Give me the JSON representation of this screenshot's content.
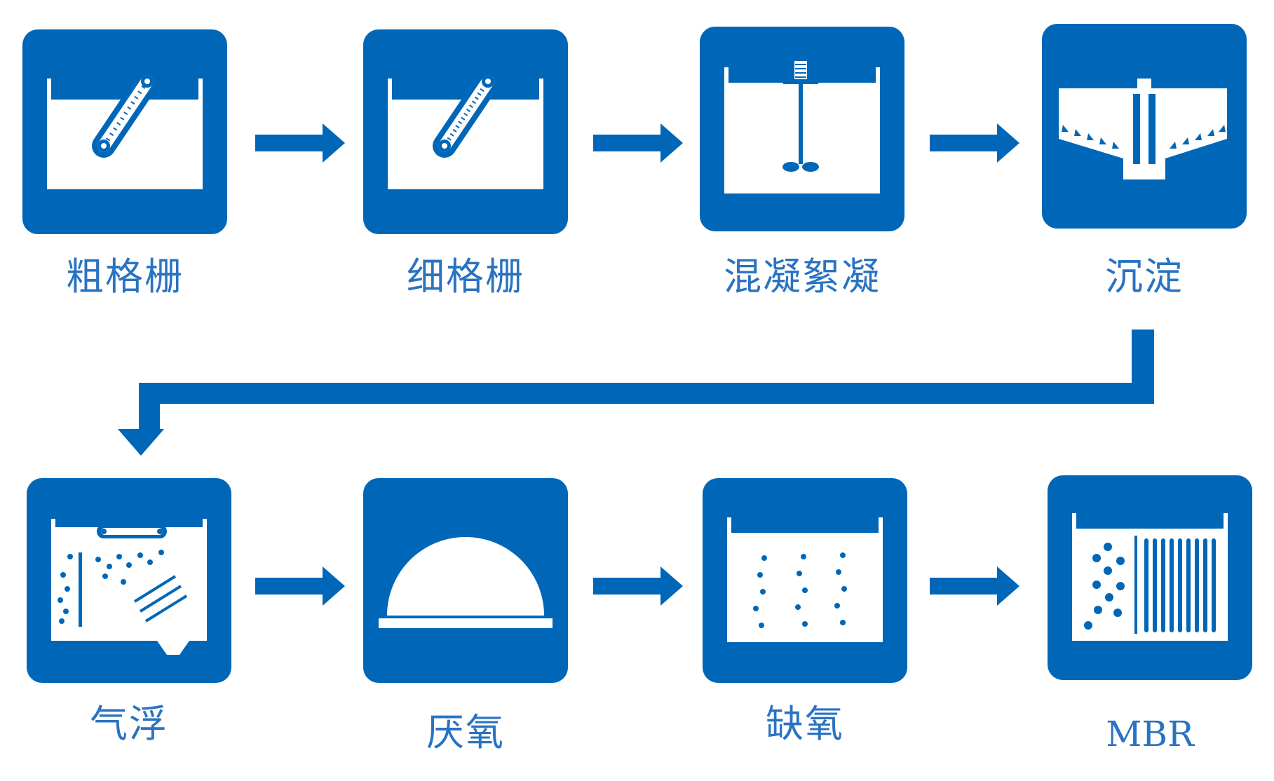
{
  "colors": {
    "primary": "#0067b8",
    "label": "#2a73c2",
    "background": "#ffffff"
  },
  "steps": [
    {
      "label": "粗格栅",
      "icon": "coarse-screen-icon"
    },
    {
      "label": "细格栅",
      "icon": "fine-screen-icon"
    },
    {
      "label": "混凝絮凝",
      "icon": "coagulation-mixer-icon"
    },
    {
      "label": "沉淀",
      "icon": "sedimentation-tank-icon"
    },
    {
      "label": "气浮",
      "icon": "air-flotation-icon"
    },
    {
      "label": "厌氧",
      "icon": "anaerobic-dome-icon"
    },
    {
      "label": "缺氧",
      "icon": "anoxic-tank-icon"
    },
    {
      "label": "MBR",
      "icon": "mbr-membrane-icon"
    }
  ],
  "arrows": {
    "row_1": [
      "right-arrow",
      "right-arrow",
      "right-arrow"
    ],
    "connector": "down-left-connector-arrow",
    "row_2": [
      "right-arrow",
      "right-arrow",
      "right-arrow"
    ]
  }
}
